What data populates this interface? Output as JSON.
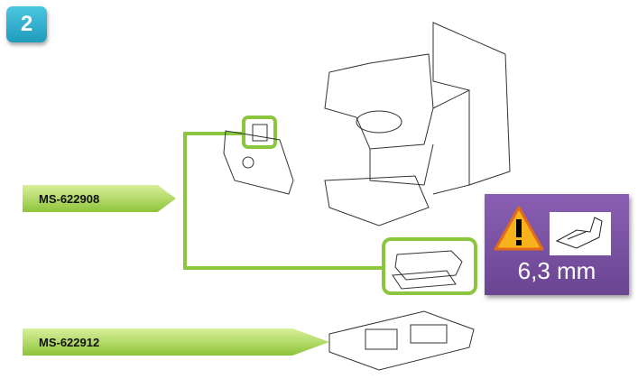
{
  "step_badge": "2",
  "labels": [
    {
      "text": "MS-622908"
    },
    {
      "text": "MS-622912"
    }
  ],
  "warning": {
    "size": "6,3 mm"
  },
  "colors": {
    "badge": "#2aabcc",
    "green": "#8cc63f",
    "purple": "#7650a3"
  }
}
